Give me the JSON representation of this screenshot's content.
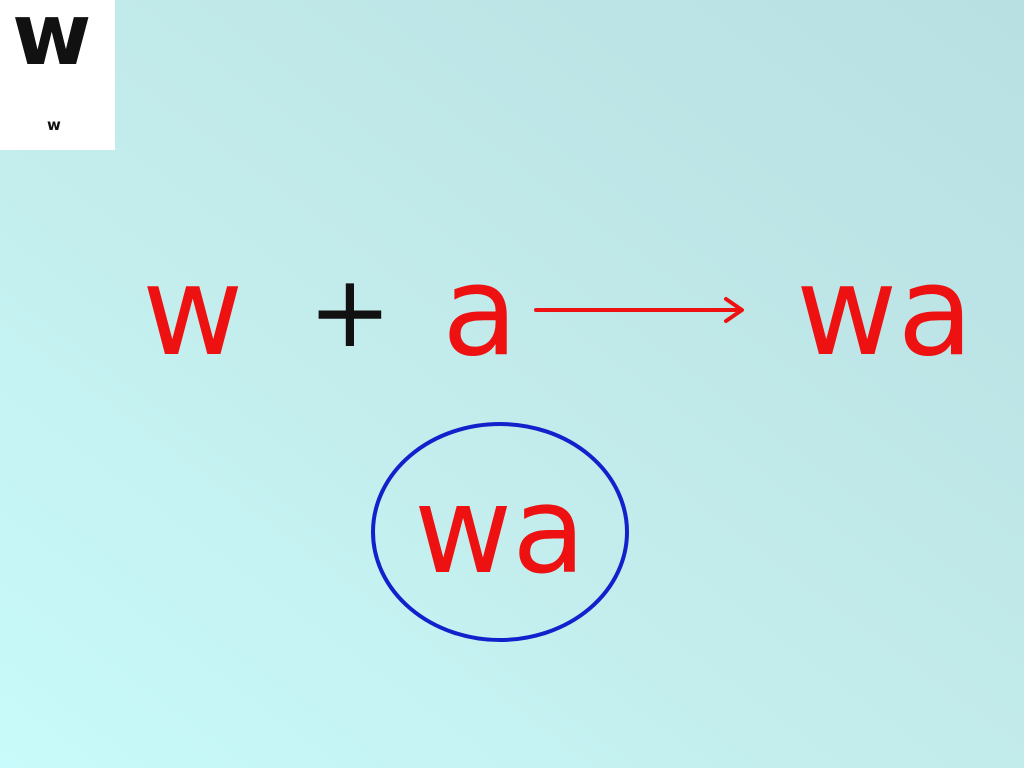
{
  "corner_card": {
    "big_letter": "w",
    "small_letter": "w"
  },
  "equation": {
    "first": "w",
    "operator": "+",
    "second": "a",
    "result": "wa"
  },
  "circled_syllable": "wa",
  "colors": {
    "letters": "#ee1111",
    "operator": "#111111",
    "arrow": "#ee1111",
    "circle": "#1122cc",
    "card_background": "#ffffff"
  },
  "icons": {
    "arrow": "right-arrow-icon",
    "circle": "ellipse-outline"
  }
}
